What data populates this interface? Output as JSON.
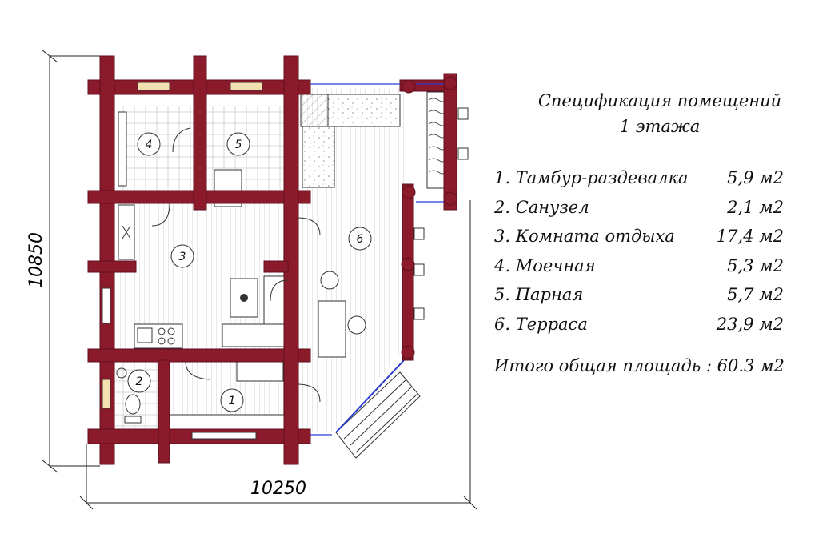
{
  "dimensions": {
    "width_label": "10250",
    "height_label": "10850"
  },
  "rooms": [
    {
      "number": "1"
    },
    {
      "number": "2"
    },
    {
      "number": "3"
    },
    {
      "number": "4"
    },
    {
      "number": "5"
    },
    {
      "number": "6"
    }
  ],
  "spec": {
    "title_line1": "Спецификация помещений",
    "title_line2": "1 этажа",
    "items": [
      {
        "label": "1. Тамбур-раздевалка",
        "area": "5,9 м2"
      },
      {
        "label": "2. Санузел",
        "area": "2,1 м2"
      },
      {
        "label": "3. Комната отдыха",
        "area": "17,4 м2"
      },
      {
        "label": "4. Моечная",
        "area": "5,3 м2"
      },
      {
        "label": "5. Парная",
        "area": "5,7 м2"
      },
      {
        "label": "6. Терраса",
        "area": "23,9 м2"
      }
    ],
    "total": "Итого общая площадь : 60.3 м2"
  },
  "colors": {
    "wall": "#8b1a2b",
    "wall_dark": "#5e0f1c",
    "line": "#222222",
    "accent_blue": "#2a3bd1"
  }
}
